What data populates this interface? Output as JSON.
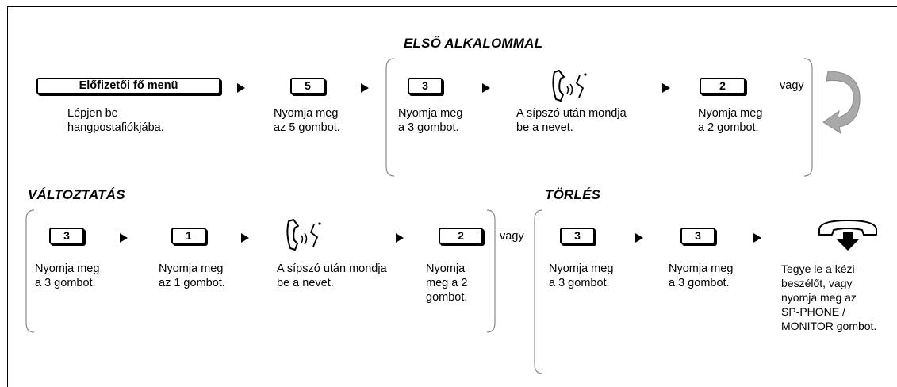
{
  "sections": {
    "first_time": "ELSŐ ALKALOMMAL",
    "change": "VÁLTOZTATÁS",
    "delete": "TÖRLÉS"
  },
  "row1": {
    "menu_button": "Előfizetői fő menü",
    "key_5": "5",
    "key_3": "3",
    "key_2": "2",
    "or": "vagy",
    "captions": [
      "Lépjen be\nhangpostafiókjába.",
      "Nyomja meg\naz 5 gombot.",
      "Nyomja meg\na 3 gombot.",
      "A sípszó után mondja\nbe a nevet.",
      "Nyomja meg\na 2 gombot."
    ]
  },
  "row2": {
    "key_3": "3",
    "key_1": "1",
    "key_2": "2",
    "or": "vagy",
    "del_key_3a": "3",
    "del_key_3b": "3",
    "captions": [
      "Nyomja meg\na 3 gombot.",
      "Nyomja meg\naz 1 gombot.",
      "A sípszó után mondja\nbe a nevet.",
      "Nyomja\nmeg a 2\ngombot.",
      "Nyomja meg\na 3 gombot.",
      "Nyomja meg\na 3 gombot.",
      "Tegye le a kézi-\nbeszélőt, vagy\nnyomja meg az\nSP-PHONE /\nMONITOR gombot."
    ]
  },
  "icons": {
    "speak": "handset-speaking-icon",
    "hangup": "handset-hangup-icon",
    "repeat": "curved-repeat-arrow-icon",
    "arrow_color": "#000000",
    "repeat_color": "#a9a9a9"
  }
}
